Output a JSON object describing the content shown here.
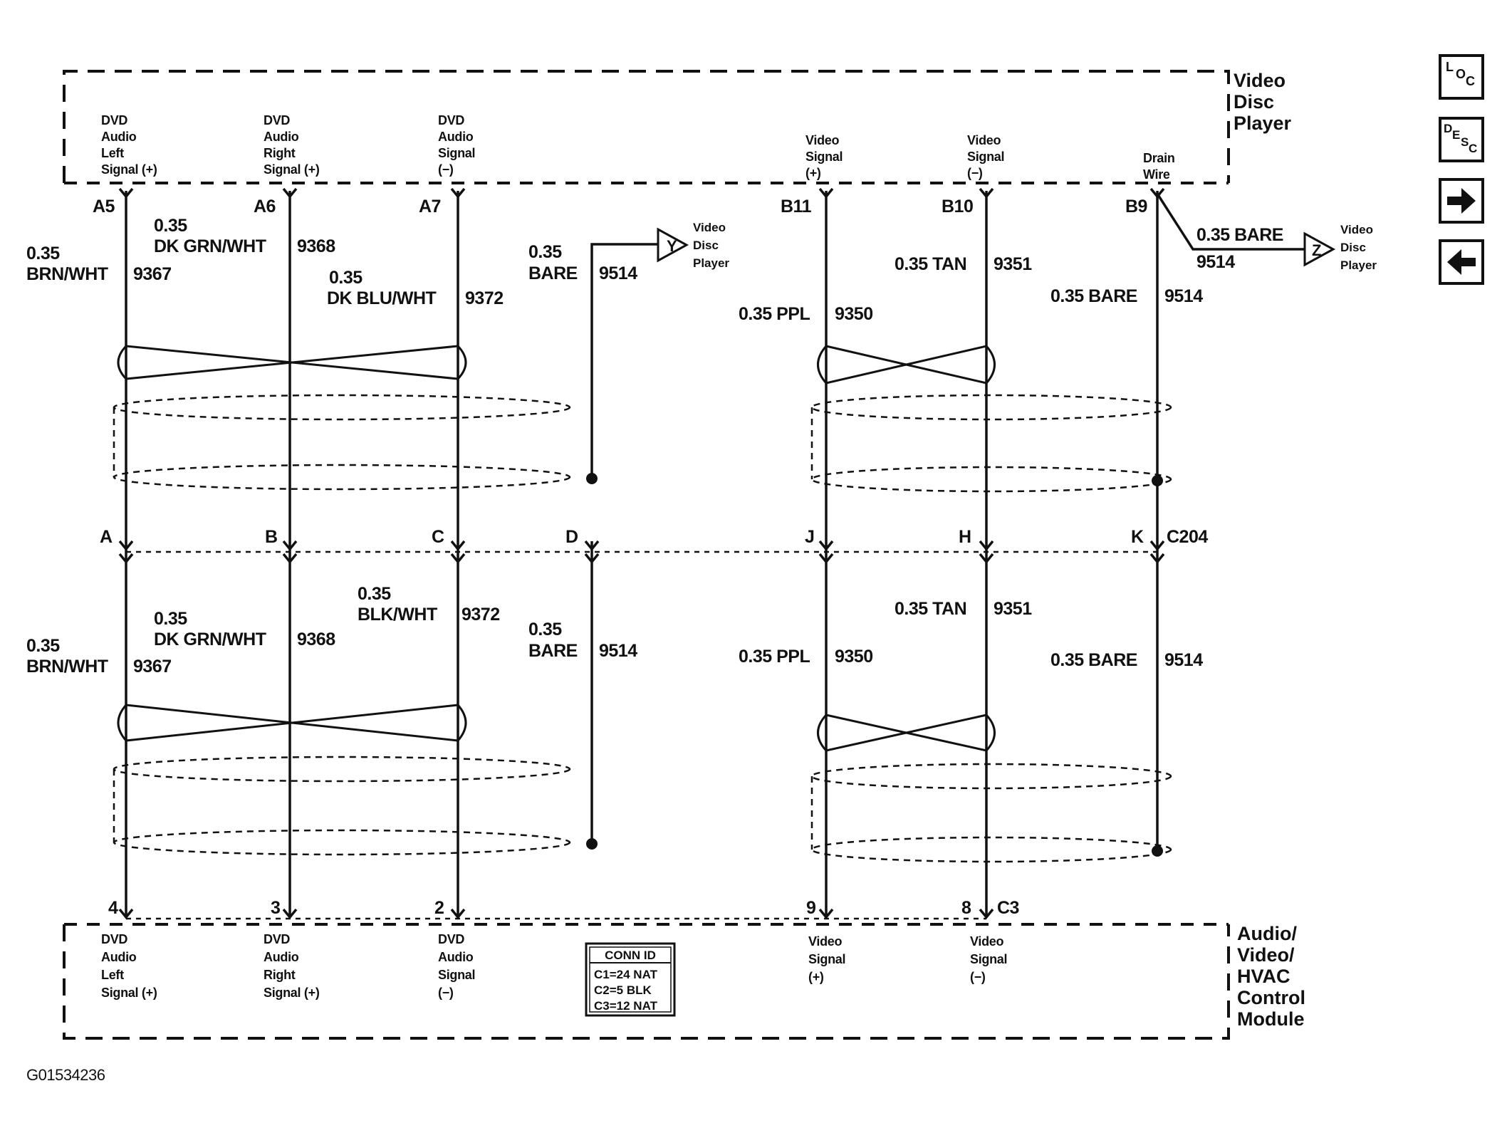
{
  "components": {
    "top": [
      "Video",
      "Disc",
      "Player"
    ],
    "bottom": [
      "Audio/",
      "Video/",
      "HVAC",
      "Control",
      "Module"
    ]
  },
  "top_signals": {
    "dvd_left": [
      "DVD",
      "Audio",
      "Left",
      "Signal (+)"
    ],
    "dvd_right": [
      "DVD",
      "Audio",
      "Right",
      "Signal (+)"
    ],
    "dvd_neg": [
      "DVD",
      "Audio",
      "Signal",
      "(−)"
    ],
    "video_pos": [
      "Video",
      "Signal",
      "(+)"
    ],
    "video_neg": [
      "Video",
      "Signal",
      "(−)"
    ],
    "drain": [
      "Drain",
      "Wire"
    ]
  },
  "bottom_signals": {
    "dvd_left": [
      "DVD",
      "Audio",
      "Left",
      "Signal (+)"
    ],
    "dvd_right": [
      "DVD",
      "Audio",
      "Right",
      "Signal (+)"
    ],
    "dvd_neg": [
      "DVD",
      "Audio",
      "Signal",
      "(−)"
    ],
    "video_pos": [
      "Video",
      "Signal",
      "(+)"
    ],
    "video_neg": [
      "Video",
      "Signal",
      "(−)"
    ]
  },
  "top_pins": [
    "A5",
    "A6",
    "A7",
    "B11",
    "B10",
    "B9"
  ],
  "inline_pins": [
    "A",
    "B",
    "C",
    "D",
    "J",
    "H",
    "K"
  ],
  "inline_connector": "C204",
  "bottom_pins": [
    "4",
    "3",
    "2",
    "9",
    "8"
  ],
  "bottom_connector": "C3",
  "upper_wires": {
    "w1": [
      "0.35",
      "BRN/WHT",
      "9367"
    ],
    "w2": [
      "0.35",
      "DK GRN/WHT",
      "9368"
    ],
    "w3": [
      "0.35",
      "DK BLU/WHT",
      "9372"
    ],
    "w4": [
      "0.35",
      "BARE",
      "9514"
    ],
    "w5": [
      "0.35 PPL",
      "9350"
    ],
    "w6": [
      "0.35 TAN",
      "9351"
    ],
    "w7": [
      "0.35 BARE",
      "9514"
    ],
    "w8": [
      "0.35 BARE",
      "9514"
    ]
  },
  "lower_wires": {
    "w1": [
      "0.35",
      "BRN/WHT",
      "9367"
    ],
    "w2": [
      "0.35",
      "DK GRN/WHT",
      "9368"
    ],
    "w3": [
      "0.35",
      "BLK/WHT",
      "9372"
    ],
    "w4": [
      "0.35",
      "BARE",
      "9514"
    ],
    "w5": [
      "0.35 PPL",
      "9350"
    ],
    "w6": [
      "0.35 TAN",
      "9351"
    ],
    "w7": [
      "0.35 BARE",
      "9514"
    ]
  },
  "offpage": {
    "y": {
      "letter": "Y",
      "text": [
        "Video",
        "Disc",
        "Player"
      ]
    },
    "z": {
      "letter": "Z",
      "text": [
        "Video",
        "Disc",
        "Player"
      ]
    }
  },
  "conn_id": {
    "title": "CONN ID",
    "rows": [
      "C1=24 NAT",
      "C2=5 BLK",
      "C3=12 NAT"
    ]
  },
  "figure_id": "G01534236",
  "nav": {
    "loc": [
      "L",
      "O",
      "C"
    ],
    "desc": [
      "D",
      "E",
      "S",
      "C"
    ]
  }
}
